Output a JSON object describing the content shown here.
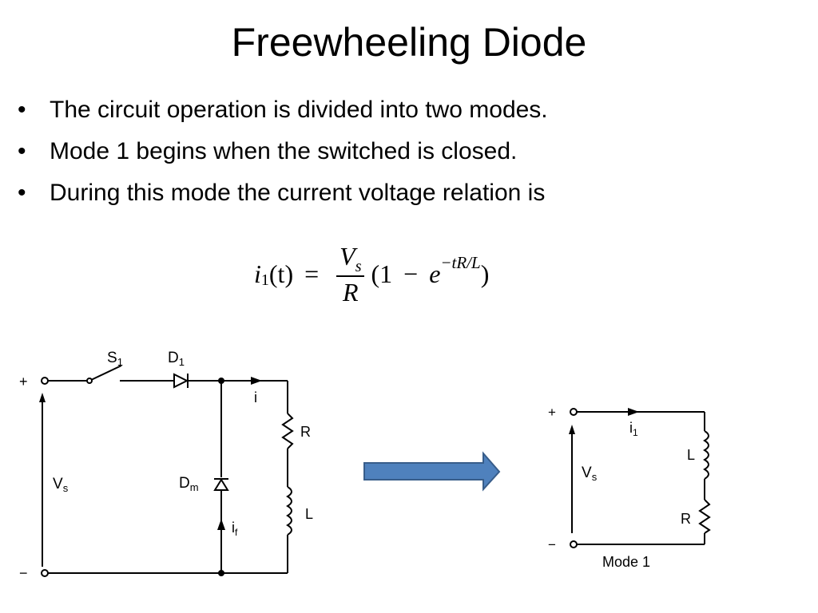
{
  "slide": {
    "title": "Freewheeling Diode",
    "bullets": [
      "The circuit operation is divided into two modes.",
      "Mode 1 begins when the switched is closed.",
      "During this mode the current voltage relation is"
    ],
    "bullet_glyph": "•"
  },
  "equation": {
    "lhs_var": "i",
    "lhs_sub": "1",
    "lhs_arg": "(t)",
    "equals": "=",
    "frac_num_var": "V",
    "frac_num_sub": "s",
    "frac_den": "R",
    "paren_open": "(1",
    "minus": "−",
    "exp_base": "e",
    "exponent": "−tR/L",
    "paren_close": ")"
  },
  "circuit1": {
    "plus": "+",
    "minus": "−",
    "switch_label": "S",
    "switch_sub": "1",
    "diode_label": "D",
    "diode_sub": "1",
    "current_label": "i",
    "resistor_label": "R",
    "inductor_label": "L",
    "freewheel_label": "D",
    "freewheel_sub": "m",
    "freewheel_current": "i",
    "freewheel_current_sub": "f",
    "source_label": "V",
    "source_sub": "s"
  },
  "circuit2": {
    "plus": "+",
    "minus": "−",
    "current_label": "i",
    "current_sub": "1",
    "inductor_label": "L",
    "resistor_label": "R",
    "source_label": "V",
    "source_sub": "s",
    "caption": "Mode 1"
  },
  "colors": {
    "arrow_fill": "#4f81bd",
    "arrow_stroke": "#385d8a"
  }
}
